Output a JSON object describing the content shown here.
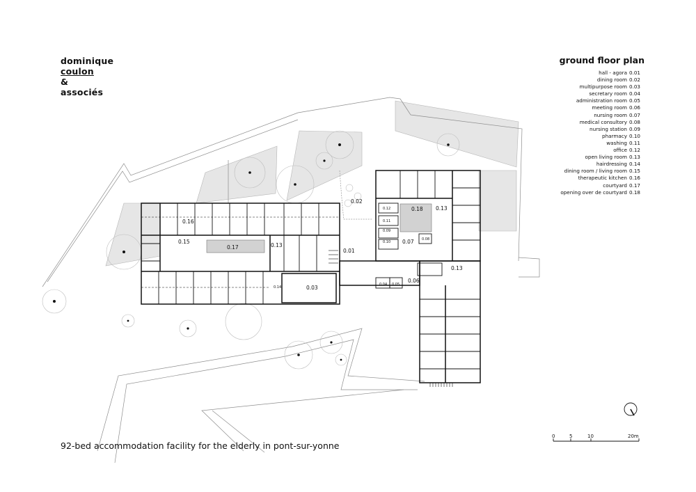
{
  "firm": {
    "line1": "dominique",
    "line2": "coulon",
    "line3": "&",
    "line4": "associés"
  },
  "sheet_title": "ground floor plan",
  "legend": [
    {
      "label": "hall - agora",
      "code": "0.01"
    },
    {
      "label": "dining room",
      "code": "0.02"
    },
    {
      "label": "multipurpose room",
      "code": "0.03"
    },
    {
      "label": "secretary room",
      "code": "0.04"
    },
    {
      "label": "administration room",
      "code": "0.05"
    },
    {
      "label": "meeting room",
      "code": "0.06"
    },
    {
      "label": "nursing room",
      "code": "0.07"
    },
    {
      "label": "medical consultory",
      "code": "0.08"
    },
    {
      "label": "nursing station",
      "code": "0.09"
    },
    {
      "label": "pharmacy",
      "code": "0.10"
    },
    {
      "label": "washing",
      "code": "0.11"
    },
    {
      "label": "office",
      "code": "0.12"
    },
    {
      "label": "open living room",
      "code": "0.13"
    },
    {
      "label": "hairdressing",
      "code": "0.14"
    },
    {
      "label": "dining room / living room",
      "code": "0.15"
    },
    {
      "label": "therapeutic kitchen",
      "code": "0.16"
    },
    {
      "label": "courtyard",
      "code": "0.17"
    },
    {
      "label": "opening over de courtyard",
      "code": "0.18"
    }
  ],
  "room_labels": {
    "r0_01": "0.01",
    "r0_02": "0.02",
    "r0_03": "0.03",
    "r0_04": "0.04",
    "r0_05": "0.05",
    "r0_06": "0.06",
    "r0_07": "0.07",
    "r0_08": "0.08",
    "r0_09": "0.09",
    "r0_10": "0.10",
    "r0_11": "0.11",
    "r0_12": "0.12",
    "r0_13a": "0.13",
    "r0_13b": "0.13",
    "r0_13c": "0.13",
    "r0_14": "0.14",
    "r0_15": "0.15",
    "r0_16": "0.16",
    "r0_17": "0.17",
    "r0_18": "0.18"
  },
  "scale_bar": {
    "t0": "0",
    "t5": "5",
    "t10": "10",
    "t20": "20m"
  },
  "caption": "92-bed accommodation facility for the elderly in pont-sur-yonne",
  "colors": {
    "ink": "#111111",
    "site_gray": "#e6e6e6",
    "courtyard": "#d2d2d2"
  }
}
